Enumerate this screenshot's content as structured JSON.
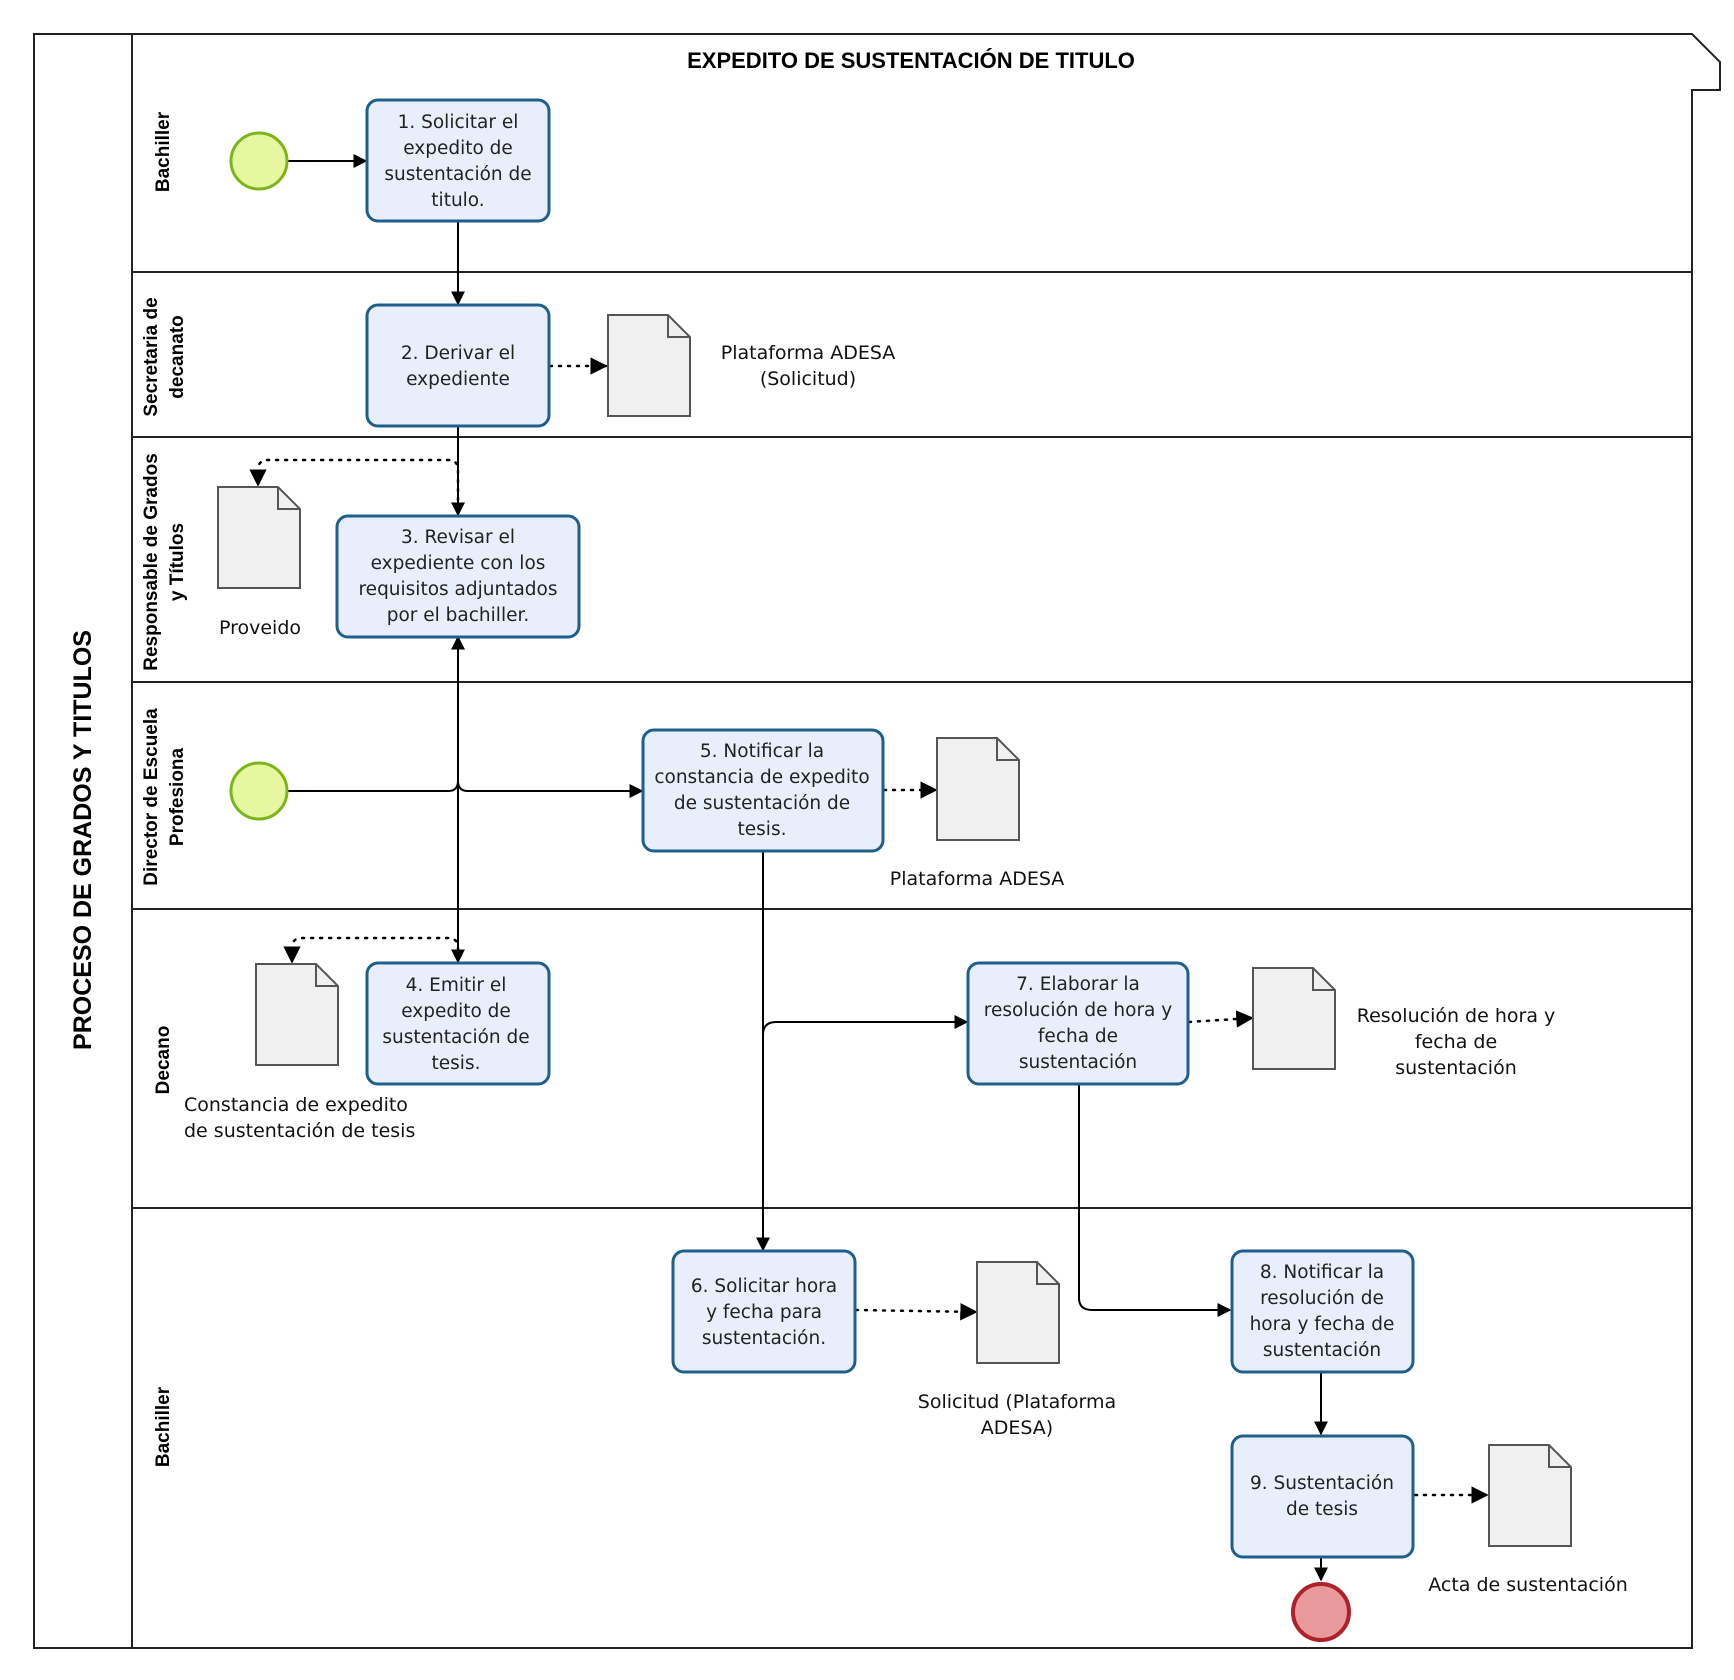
{
  "pool": {
    "label": "PROCESO DE GRADOS Y TITULOS",
    "title": "EXPEDITO DE SUSTENTACIÓN DE TITULO"
  },
  "lanes": [
    {
      "id": "bachiller-1",
      "lines": [
        "Bachiller"
      ]
    },
    {
      "id": "secretaria",
      "lines": [
        "Secretaria de",
        "decanato"
      ]
    },
    {
      "id": "responsable",
      "lines": [
        "Responsable de Grados",
        "y Títulos"
      ]
    },
    {
      "id": "director",
      "lines": [
        "Director de Escuela",
        "Profesiona"
      ]
    },
    {
      "id": "decano",
      "lines": [
        "Decano"
      ]
    },
    {
      "id": "bachiller-2",
      "lines": [
        "Bachiller"
      ]
    }
  ],
  "tasks": [
    {
      "id": "t1",
      "lines": [
        "1. Solicitar el",
        "expedito de",
        "sustentación de",
        "titulo."
      ]
    },
    {
      "id": "t2",
      "lines": [
        "2. Derivar el",
        "expediente"
      ]
    },
    {
      "id": "t3",
      "lines": [
        "3. Revisar el",
        "expediente con los",
        "requisitos adjuntados",
        "por el bachiller."
      ]
    },
    {
      "id": "t4",
      "lines": [
        "4. Emitir el",
        "expedito de",
        "sustentación de",
        "tesis."
      ]
    },
    {
      "id": "t5",
      "lines": [
        "5. Notificar la",
        "constancia de expedito",
        "de sustentación de",
        "tesis."
      ]
    },
    {
      "id": "t6",
      "lines": [
        "6. Solicitar hora",
        "y fecha para",
        "sustentación."
      ]
    },
    {
      "id": "t7",
      "lines": [
        "7. Elaborar la",
        "resolución de hora y",
        "fecha de",
        "sustentación"
      ]
    },
    {
      "id": "t8",
      "lines": [
        "8. Notificar la",
        "resolución de",
        "hora y fecha de",
        "sustentación"
      ]
    },
    {
      "id": "t9",
      "lines": [
        "9. Sustentación",
        "de tesis"
      ]
    }
  ],
  "documents": [
    {
      "id": "d1",
      "lines": [
        "Plataforma ADESA",
        "(Solicitud)"
      ]
    },
    {
      "id": "d2",
      "lines": [
        "Proveido"
      ]
    },
    {
      "id": "d3",
      "lines": [
        "Plataforma ADESA"
      ]
    },
    {
      "id": "d4",
      "lines": [
        "Constancia de expedito",
        "de sustentación de tesis"
      ]
    },
    {
      "id": "d5",
      "lines": [
        "Resolución de hora y",
        "fecha de",
        "sustentación"
      ]
    },
    {
      "id": "d6",
      "lines": [
        "Solicitud (Plataforma",
        "ADESA)"
      ]
    },
    {
      "id": "d7",
      "lines": [
        "Acta de sustentación"
      ]
    }
  ],
  "colors": {
    "task_fill": "#e8eefb",
    "task_stroke": "#1f5f8b",
    "start_fill": "#e6f7a1",
    "start_stroke": "#7cb518",
    "end_fill": "#e8999b",
    "end_stroke": "#b0202a",
    "doc_fill": "#f0f0f0",
    "doc_stroke": "#555555"
  }
}
